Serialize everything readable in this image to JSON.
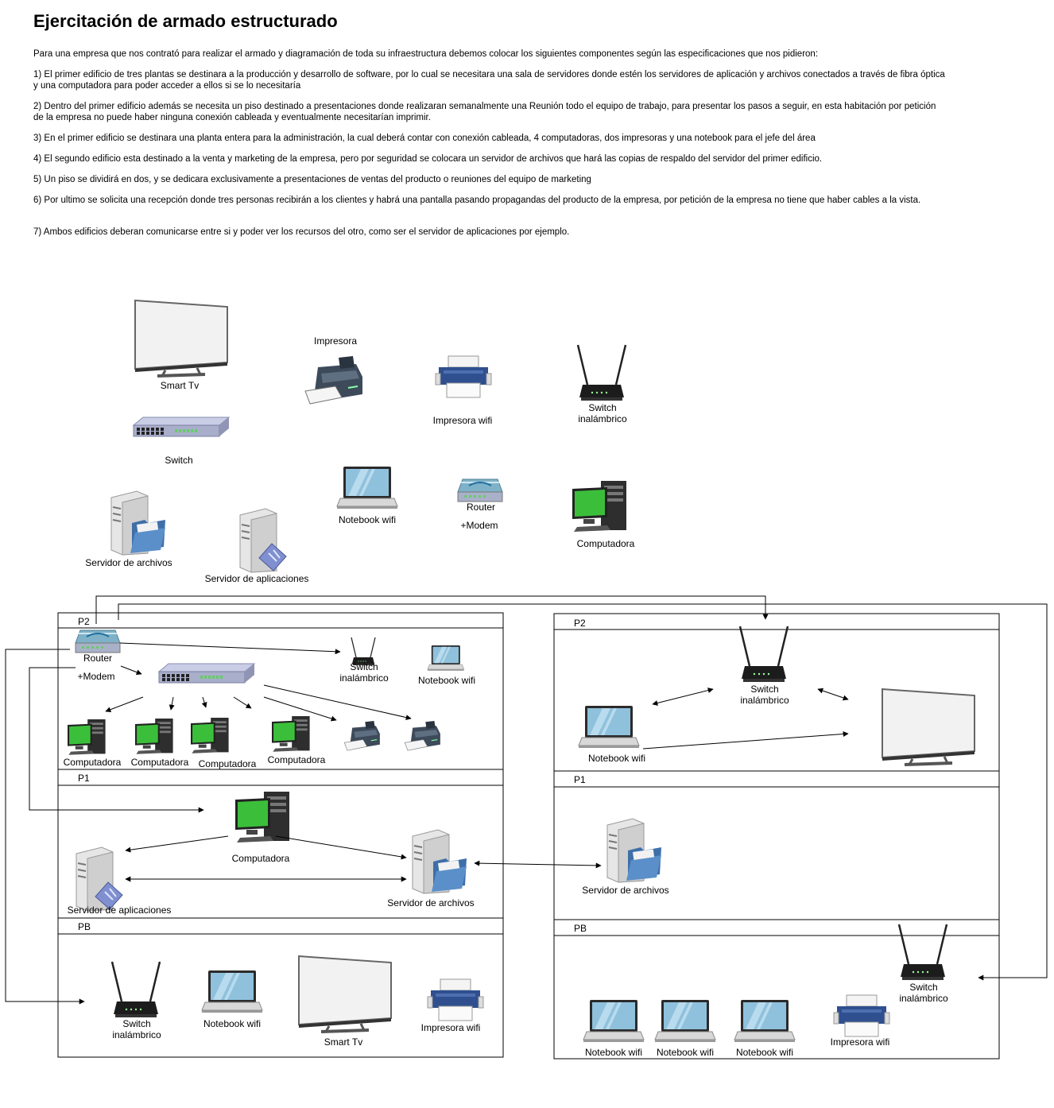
{
  "title": "Ejercitación de armado estructurado",
  "intro": "Para una empresa que  nos contrató para realizar el armado y diagramación de toda su infraestructura debemos colocar los siguientes componentes según las especificaciones que nos pidieron:",
  "requirements": [
    "1) El primer edificio de tres plantas se destinara a la producción y desarrollo de software, por lo cual se necesitara una sala de servidores donde estén los servidores de aplicación y archivos conectados a través de fibra óptica y una computadora para poder acceder a ellos si se lo necesitaría",
    "2) Dentro del primer edificio además se necesita un piso destinado a presentaciones donde realizaran semanalmente una Reunión todo el equipo de trabajo, para presentar los pasos a seguir, en esta habitación por petición de la empresa no puede haber ninguna conexión cableada y eventualmente necesitarían imprimir.",
    "3) En el primer edificio se destinara una planta entera para la administración, la cual deberá contar con conexión cableada, 4 computadoras, dos impresoras y una notebook para el jefe del área",
    "4) El segundo edificio esta destinado a la venta y marketing de la empresa, pero por seguridad se colocara un servidor de archivos que hará las copias de respaldo del servidor del primer edificio.",
    "5) Un piso se dividirá en dos, y se dedicara exclusivamente a presentaciones de ventas del producto o reuniones del equipo de marketing",
    "6) Por ultimo se solicita una recepción donde tres personas recibirán a los clientes y habrá una pantalla pasando propagandas del producto de la empresa, por petición de la empresa no tiene que haber cables a la vista.",
    "7) Ambos edificios deberan comunicarse entre si y poder ver los recursos del otro, como ser el servidor de aplicaciones por ejemplo."
  ],
  "legend": {
    "smart_tv": "Smart Tv",
    "impresora": "Impresora",
    "impresora_wifi": "Impresora wifi",
    "switch_inalambrico": [
      "Switch",
      "inalámbrico"
    ],
    "switch": "Switch",
    "notebook_wifi": "Notebook wifi",
    "router": "Router",
    "modem": "+Modem",
    "computadora": "Computadora",
    "servidor_archivos": "Servidor de archivos",
    "servidor_aplicaciones": "Servidor de aplicaciones"
  },
  "floors": {
    "p2": "P2",
    "p1": "P1",
    "pb": "PB"
  },
  "icons": [
    "smart-tv-icon",
    "printer-icon",
    "wifi-printer-icon",
    "wireless-switch-icon",
    "switch-icon",
    "laptop-icon",
    "router-icon",
    "desktop-computer-icon",
    "file-server-icon",
    "application-server-icon"
  ],
  "colors": {
    "screen_green": "#3bbf3b",
    "laptop_screen": "#8fc1dc",
    "printer_blue": "#2f4f8f",
    "line": "#000000"
  }
}
